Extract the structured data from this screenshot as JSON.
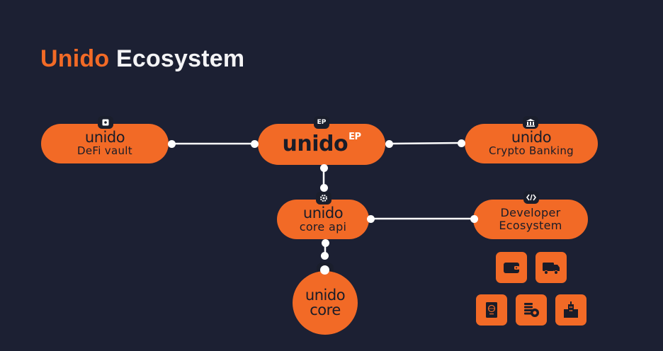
{
  "title": {
    "brand": "Unido",
    "rest": "Ecosystem"
  },
  "colors": {
    "background": "#1c2033",
    "accent": "#f26a26",
    "text_dark": "#1a1c28",
    "text_light": "#f4f4f6",
    "connector": "#ffffff"
  },
  "nodes": {
    "defi_vault": {
      "logo": "unido",
      "label": "DeFi vault",
      "icon": "vault-icon"
    },
    "unido_ep": {
      "logo": "unido",
      "superscript": "EP",
      "badge": "EP"
    },
    "crypto_banking": {
      "logo": "unido",
      "label": "Crypto Banking",
      "icon": "bank-icon"
    },
    "core_api": {
      "logo": "unido",
      "label": "core api",
      "icon": "gear-icon"
    },
    "developer_ecosystem": {
      "line1": "Developer",
      "line2": "Ecosystem",
      "icon": "code-icon"
    },
    "core": {
      "logo": "unido",
      "label": "core"
    }
  },
  "connections": [
    [
      "defi_vault",
      "unido_ep"
    ],
    [
      "unido_ep",
      "crypto_banking"
    ],
    [
      "unido_ep",
      "core_api"
    ],
    [
      "core_api",
      "developer_ecosystem"
    ],
    [
      "core_api",
      "core"
    ]
  ],
  "developer_tiles": [
    "wallet-icon",
    "truck-icon",
    "passport-icon",
    "coins-icon",
    "buildings-icon"
  ]
}
